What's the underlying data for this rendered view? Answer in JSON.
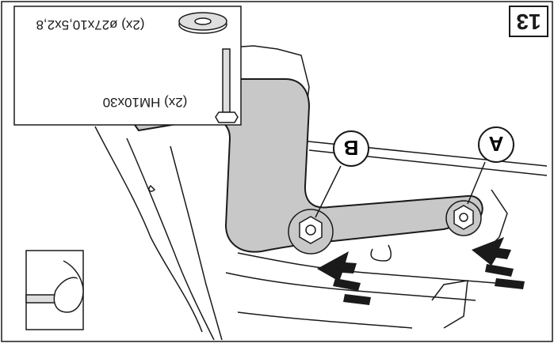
{
  "step_number": "13",
  "parts": {
    "washer": {
      "label": "(2x) ø27x10,5x2,8",
      "icon": "washer-icon"
    },
    "bolt": {
      "label": "(2x) HM10x30",
      "icon": "bolt-icon"
    }
  },
  "callouts": {
    "a": "A",
    "b": "B"
  },
  "colors": {
    "line": "#1a1a1a",
    "bracket_fill": "#c8c8c8",
    "white": "#ffffff"
  }
}
